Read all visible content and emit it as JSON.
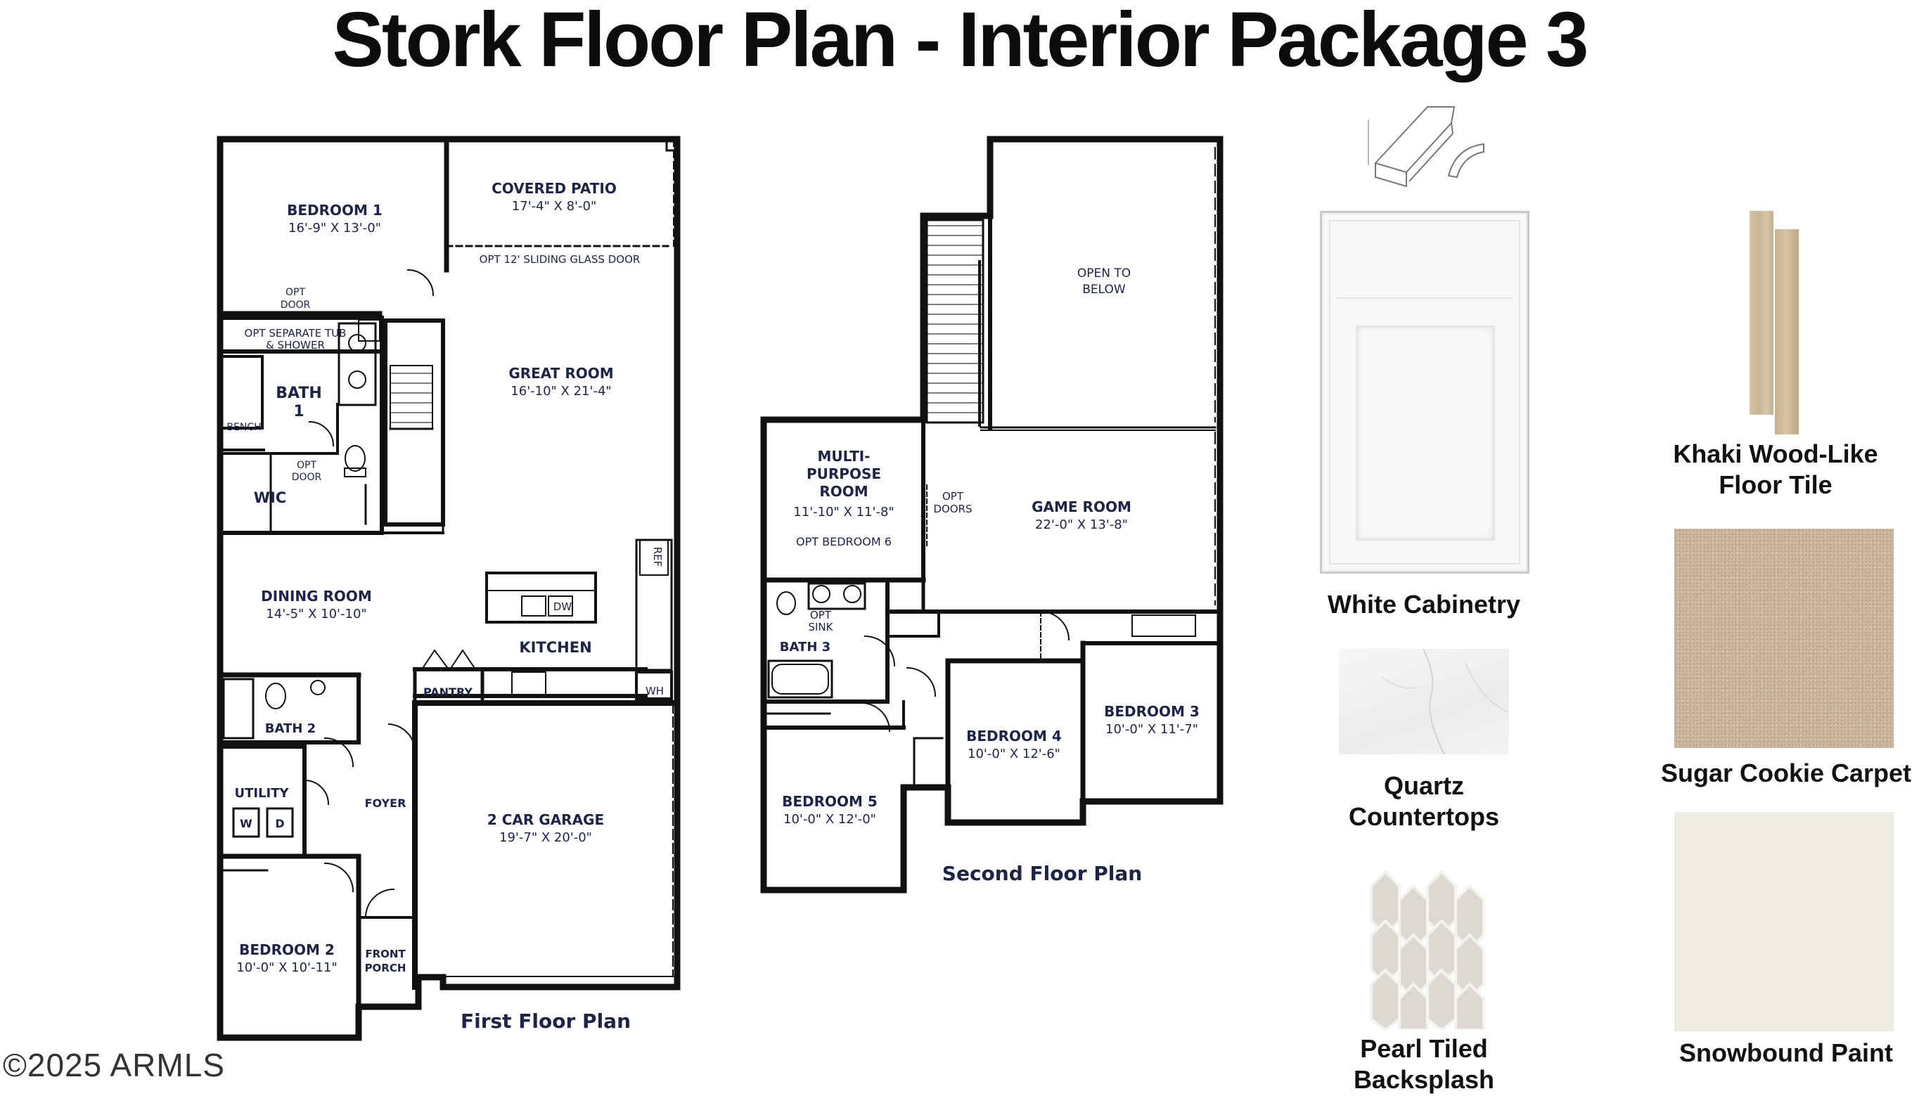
{
  "title": "Stork Floor Plan - Interior Package 3",
  "first_floor": {
    "caption": "First Floor Plan",
    "rooms": [
      {
        "name": "BEDROOM 1",
        "dims": "16'-9\" X 13'-0\""
      },
      {
        "name": "COVERED PATIO",
        "dims": "17'-4\" X 8'-0\""
      },
      {
        "name": "GREAT ROOM",
        "dims": "16'-10\" X 21'-4\""
      },
      {
        "name": "DINING ROOM",
        "dims": "14'-5\" X 10'-10\""
      },
      {
        "name": "2 CAR GARAGE",
        "dims": "19'-7\" X 20'-0\""
      },
      {
        "name": "BEDROOM 2",
        "dims": "10'-0\" X 10'-11\""
      }
    ],
    "labels": {
      "bath1_a": "BATH",
      "bath1_b": "1",
      "wic": "WIC",
      "kitchen": "KITCHEN",
      "pantry": "PANTRY",
      "bath2": "BATH 2",
      "utility": "UTILITY",
      "washer": "W",
      "dryer": "D",
      "foyer": "FOYER",
      "front_porch_a": "FRONT",
      "front_porch_b": "PORCH",
      "opt_sliding": "OPT 12' SLIDING GLASS DOOR",
      "opt_door1_a": "OPT",
      "opt_door1_b": "DOOR",
      "opt_tub_a": "OPT SEPARATE TUB",
      "opt_tub_b": "& SHOWER",
      "bench": "BENCH",
      "opt_door2_a": "OPT",
      "opt_door2_b": "DOOR",
      "dw": "DW",
      "ref": "REF",
      "wh": "WH"
    }
  },
  "second_floor": {
    "caption": "Second Floor Plan",
    "rooms": [
      {
        "name": "GAME ROOM",
        "dims": "22'-0\" X 13'-8\""
      },
      {
        "name": "BEDROOM 3",
        "dims": "10'-0\" X 11'-7\""
      },
      {
        "name": "BEDROOM 4",
        "dims": "10'-0\" X 12'-6\""
      },
      {
        "name": "BEDROOM 5",
        "dims": "10'-0\" X 12'-0\""
      }
    ],
    "multi": {
      "line1": "MULTI-",
      "line2": "PURPOSE",
      "line3": "ROOM",
      "dims": "11'-10\" X 11'-8\"",
      "note": "OPT BEDROOM 6"
    },
    "labels": {
      "open_a": "OPEN TO",
      "open_b": "BELOW",
      "opt_doors_a": "OPT",
      "opt_doors_b": "DOORS",
      "bath3": "BATH 3",
      "opt_sink_a": "OPT",
      "opt_sink_b": "SINK"
    }
  },
  "finishes": [
    {
      "name": "White Cabinetry",
      "color": "#f7f7f5"
    },
    {
      "name": "Quartz Countertops",
      "color": "#f1f0ee"
    },
    {
      "name": "Pearl Tiled Backsplash",
      "color": "#d9d6d0"
    },
    {
      "name": "Khaki Wood-Like Floor Tile",
      "color": "#cdb99a"
    },
    {
      "name": "Sugar Cookie Carpet",
      "color": "#cbb79e"
    },
    {
      "name": "Snowbound Paint",
      "color": "#efece6"
    }
  ],
  "copyright": "©2025 ARMLS"
}
